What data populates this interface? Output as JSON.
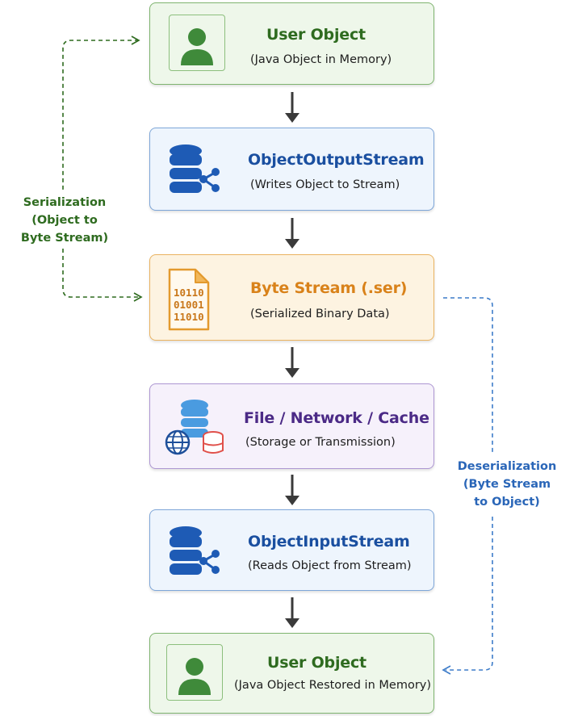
{
  "boxes": [
    {
      "title": "User Object",
      "subtitle": "(Java Object in Memory)",
      "icon": "user-icon"
    },
    {
      "title": "ObjectOutputStream",
      "subtitle": "(Writes Object to Stream)",
      "icon": "database-share-icon"
    },
    {
      "title": "Byte Stream (.ser)",
      "subtitle": "(Serialized Binary Data)",
      "icon": "binary-file-icon",
      "bits": [
        "10110",
        "01001",
        "11010"
      ]
    },
    {
      "title": "File / Network / Cache",
      "subtitle": "(Storage or Transmission)",
      "icon": "storage-network-icon"
    },
    {
      "title": "ObjectInputStream",
      "subtitle": "(Reads Object from Stream)",
      "icon": "database-share-icon"
    },
    {
      "title": "User Object",
      "subtitle": "(Java Object Restored in Memory)",
      "icon": "user-icon"
    }
  ],
  "side_labels": {
    "serialization": [
      "Serialization",
      "(Object to",
      "Byte Stream)"
    ],
    "deserialization": [
      "Deserialization",
      "(Byte Stream",
      "to Object)"
    ]
  },
  "colors": {
    "green": "#2e6b1f",
    "blue": "#1a4fa0",
    "orange": "#d9821a",
    "purple": "#4b2a86",
    "arrow": "#3a3a3a"
  }
}
